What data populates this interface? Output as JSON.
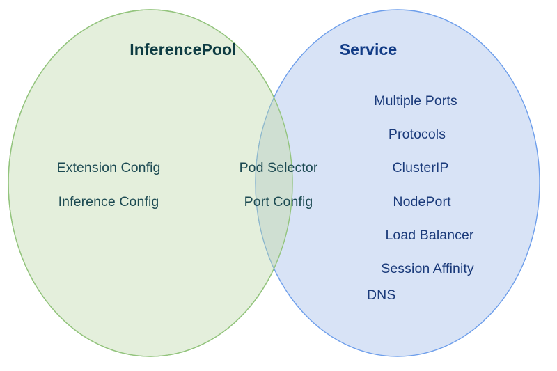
{
  "diagram": {
    "type": "venn",
    "background_color": "#ffffff",
    "left_set": {
      "title": "InferencePool",
      "title_color": "#0d3b42",
      "fill_color": "#e4efdc",
      "stroke_color": "#93c47d",
      "text_color": "#1c4a52",
      "items": [
        "Extension Config",
        "Inference Config"
      ]
    },
    "right_set": {
      "title": "Service",
      "title_color": "#113b86",
      "fill_color": "#d6e2f5",
      "stroke_color": "#6d9eeb",
      "text_color": "#1a3a7a",
      "items": [
        "Multiple Ports",
        "Protocols",
        "ClusterIP",
        "NodePort",
        "Load Balancer",
        "Session Affinity",
        "DNS"
      ]
    },
    "intersection": {
      "fill_color": "#cfdfd2",
      "text_color": "#1c4a52",
      "items": [
        "Pod Selector",
        "Port Config"
      ]
    }
  }
}
